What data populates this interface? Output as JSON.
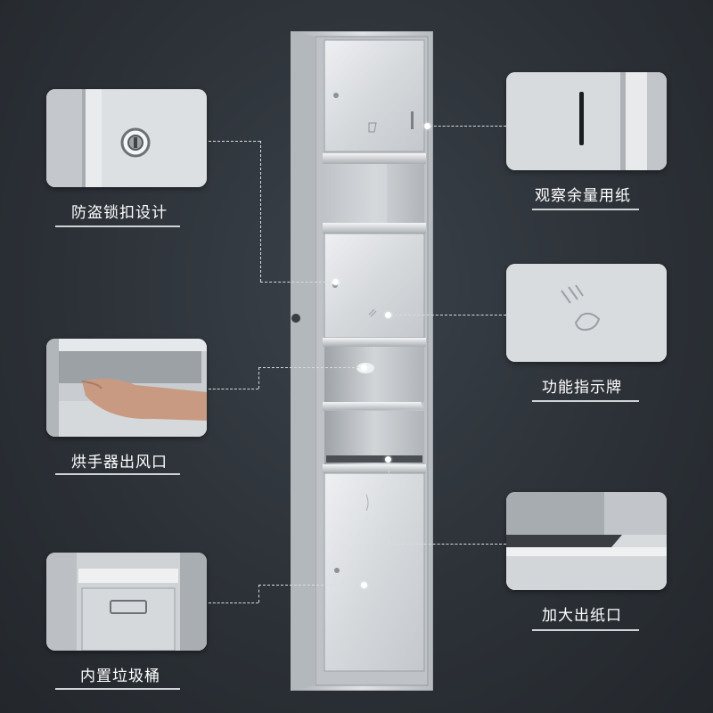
{
  "features": {
    "lock": {
      "label": "防盗锁扣设计",
      "icon": "lock-icon"
    },
    "window": {
      "label": "观察余量用纸",
      "icon": "viewing-slot-icon"
    },
    "dryer": {
      "label": "烘手器出风口",
      "icon": "hand-dryer-icon"
    },
    "indicator": {
      "label": "功能指示牌",
      "icon": "hand-wave-icon"
    },
    "bin": {
      "label": "内置垃圾桶",
      "icon": "trash-bin-icon"
    },
    "outlet": {
      "label": "加大出纸口",
      "icon": "paper-outlet-icon"
    }
  },
  "colors": {
    "background": "#2b3036",
    "steel_light": "#e6e9ec",
    "steel_mid": "#c9cdd1",
    "steel_dark": "#9aa0a5",
    "text": "#ffffff"
  }
}
